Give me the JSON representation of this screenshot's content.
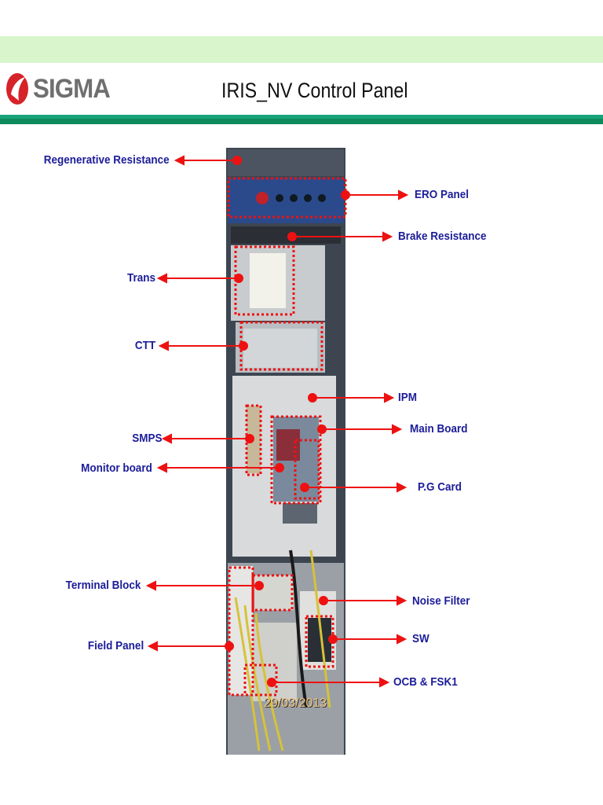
{
  "brand": "SIGMA",
  "title": "IRIS_NV Control Panel",
  "photo_date": "29/03/2013",
  "colors": {
    "band": "#d8f5cc",
    "header_line": "#1aa37a",
    "arrow": "#ee1111",
    "label": "#1c1c99",
    "logo_red": "#d6232a"
  },
  "labels": {
    "regenerative_resistance": "Regenerative Resistance",
    "ero_panel": "ERO Panel",
    "brake_resistance": "Brake Resistance",
    "trans": "Trans",
    "ctt": "CTT",
    "ipm": "IPM",
    "main_board": "Main Board",
    "smps": "SMPS",
    "monitor_board": "Monitor board",
    "pg_card": "P.G Card",
    "terminal_block": "Terminal Block",
    "noise_filter": "Noise Filter",
    "field_panel": "Field Panel",
    "sw": "SW",
    "ocb_fsk1": "OCB & FSK1"
  }
}
